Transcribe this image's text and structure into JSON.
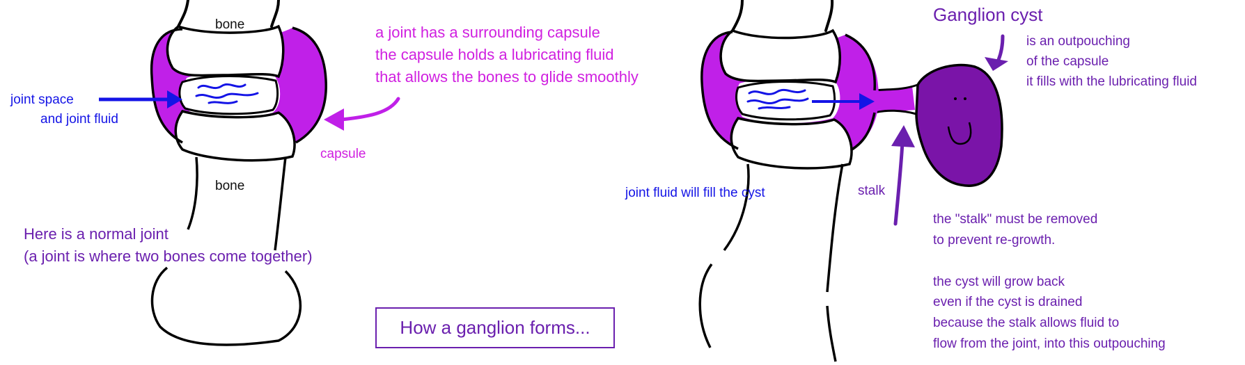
{
  "left_diagram": {
    "bone_top": "bone",
    "bone_bottom": "bone",
    "joint_space_line1": "joint space",
    "joint_space_line2": "and joint fluid",
    "capsule_label": "capsule",
    "capsule_desc": [
      "a joint has a surrounding capsule",
      "the capsule holds a lubricating fluid",
      "that allows the bones to glide smoothly"
    ],
    "normal_joint": [
      "Here is a normal joint",
      "(a joint is where two bones come together)"
    ]
  },
  "title": "How a ganglion forms...",
  "right_diagram": {
    "heading": "Ganglion cyst",
    "cyst_desc": [
      "is an outpouching",
      "of the capsule",
      "it fills with the lubricating fluid"
    ],
    "joint_fluid_label": "joint fluid will fill the cyst",
    "stalk_label": "stalk",
    "stalk_note": [
      "the \"stalk\" must be removed",
      "to prevent re-growth."
    ],
    "regrow_note": [
      "the cyst will grow back",
      "even if the cyst is drained",
      "because the stalk allows fluid to",
      "flow from the joint, into this outpouching"
    ]
  },
  "colors": {
    "capsule": "#c020e8",
    "fluid": "#1414e6",
    "cyst": "#7a14a8",
    "text_purple": "#6a1fae",
    "outline": "#000000"
  }
}
